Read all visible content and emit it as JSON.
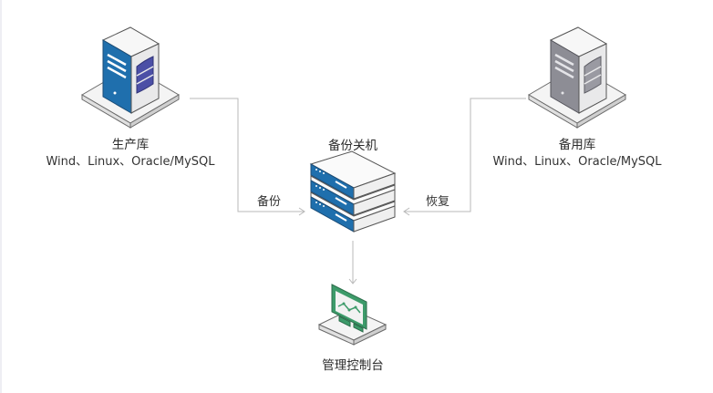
{
  "nodes": {
    "production": {
      "title": "生产库",
      "subtitle": "Wind、Linux、Oracle/MySQL",
      "icon": "database-server-icon",
      "color": "#1f6fad",
      "db_color": "#4b4fa6"
    },
    "standby": {
      "title": "备用库",
      "subtitle": "Wind、Linux、Oracle/MySQL",
      "icon": "database-server-icon",
      "color": "#8d8d95",
      "db_color": "#9a9aa2"
    },
    "backup_host": {
      "title": "备份关机",
      "icon": "rack-server-icon",
      "color": "#1f6fad"
    },
    "console": {
      "title": "管理控制台",
      "icon": "monitor-icon",
      "color": "#3d9b6a"
    }
  },
  "edges": {
    "backup": {
      "label": "备份"
    },
    "restore": {
      "label": "恢复"
    }
  }
}
